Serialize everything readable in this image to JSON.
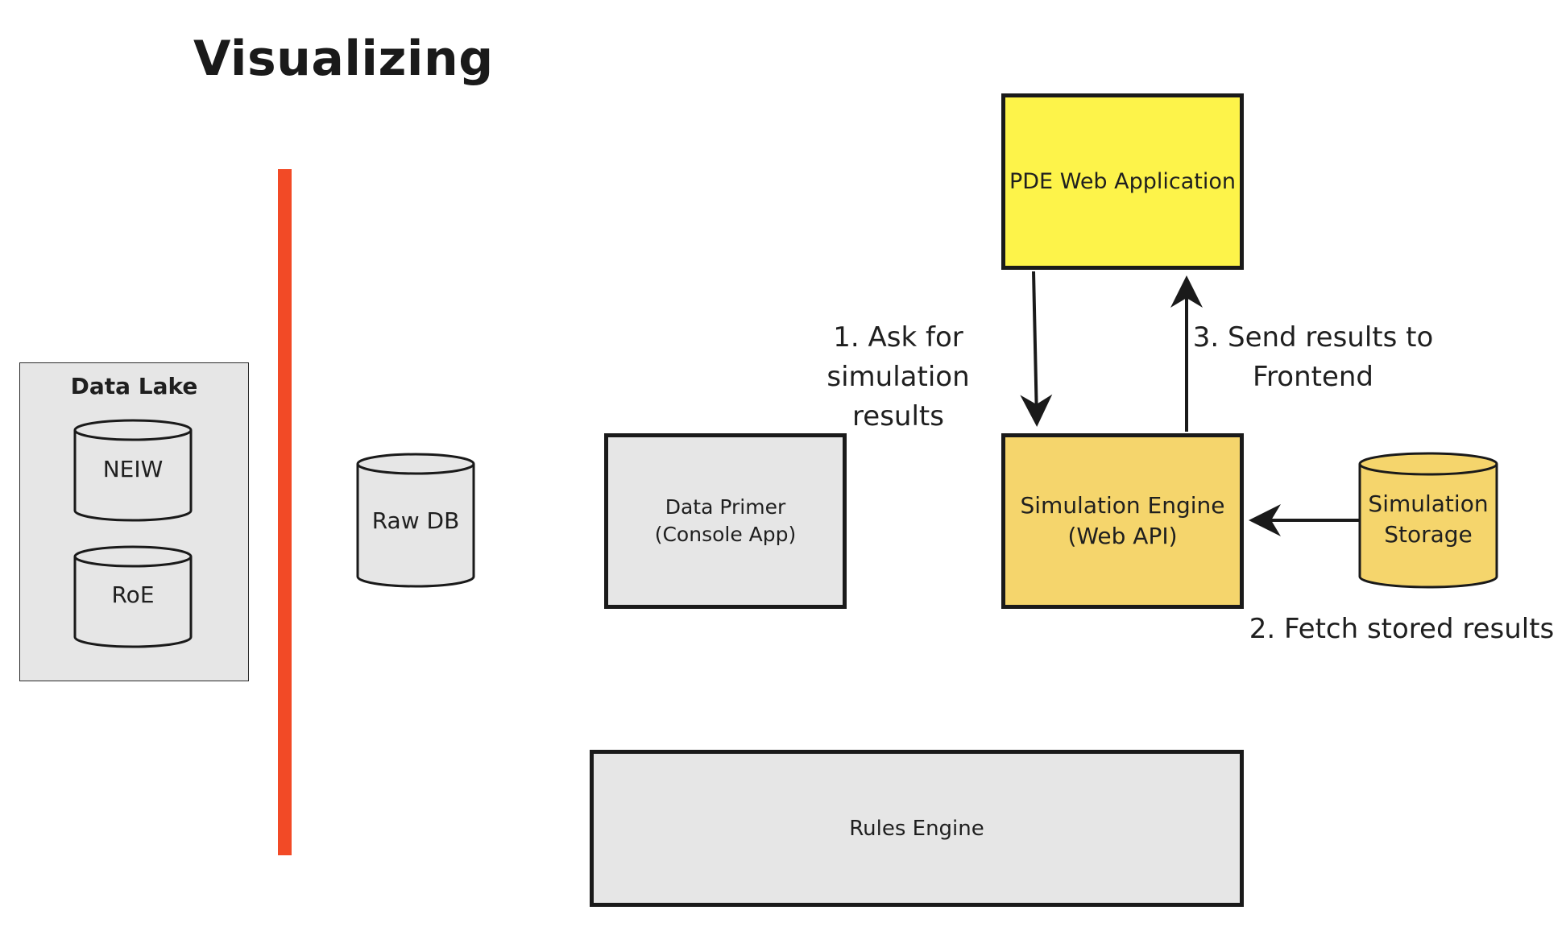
{
  "title": "Visualizing",
  "data_lake": {
    "title": "Data Lake",
    "stores": [
      "NEIW",
      "RoE"
    ]
  },
  "raw_db": "Raw DB",
  "data_primer": {
    "line1": "Data Primer",
    "line2": "(Console App)"
  },
  "pde_app": "PDE Web Application",
  "simulation_engine": {
    "line1": "Simulation Engine",
    "line2": "(Web API)"
  },
  "simulation_storage": {
    "line1": "Simulation",
    "line2": "Storage"
  },
  "rules_engine": "Rules Engine",
  "flow_labels": {
    "step1": {
      "line1": "1. Ask for simulation",
      "line2": "results"
    },
    "step2": "2. Fetch stored results",
    "step3": {
      "line1": "3. Send results to",
      "line2": "Frontend"
    }
  },
  "colors": {
    "separator": "#f24a26",
    "pde_fill": "#fdf34a",
    "engine_fill": "#f5d56c",
    "neutral_fill": "#e6e6e6",
    "stroke": "#1a1a1a"
  }
}
